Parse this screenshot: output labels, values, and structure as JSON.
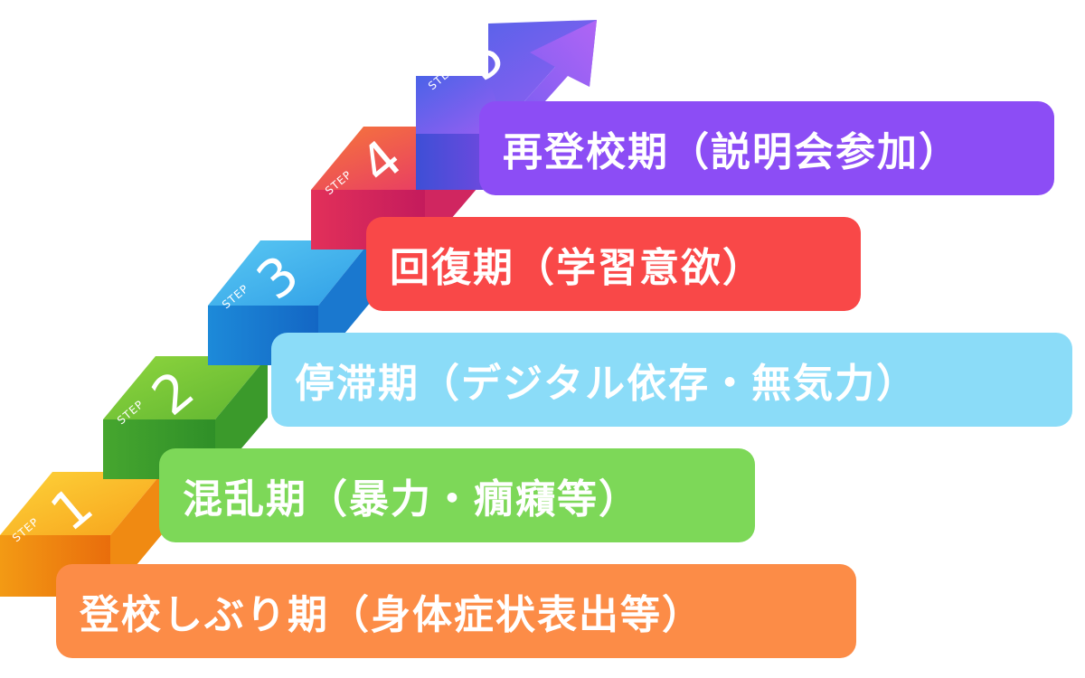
{
  "stairs": [
    {
      "step_word": "STEP",
      "number": "1",
      "label": "登校しぶり期（身体症状表出等）",
      "color": "#fc8c47",
      "stair_color": "#f8a21a"
    },
    {
      "step_word": "STEP",
      "number": "2",
      "label": "混乱期（暴力・癇癪等）",
      "color": "#7dd858",
      "stair_color": "#6bc43a"
    },
    {
      "step_word": "STEP",
      "number": "3",
      "label": "停滞期（デジタル依存・無気力）",
      "color": "#8bdcf8",
      "stair_color": "#2aa2e5"
    },
    {
      "step_word": "STEP",
      "number": "4",
      "label": "回復期（学習意欲）",
      "color": "#f94848",
      "stair_color": "#ec4c4c"
    },
    {
      "step_word": "STEP",
      "number": "5",
      "label": "再登校期（説明会参加）",
      "color": "#8c4df5",
      "stair_color": "#6a59e6"
    }
  ]
}
